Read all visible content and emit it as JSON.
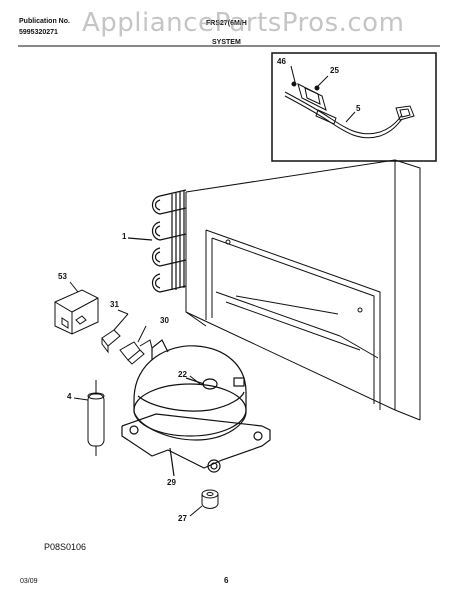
{
  "header": {
    "publication_label": "Publication No.",
    "publication_number": "5995320271",
    "model": "FRS27(6M/H",
    "section": "SYSTEM"
  },
  "watermark": "AppliancePartsPros.com",
  "callouts": {
    "inset_46": "46",
    "inset_25": "25",
    "inset_5": "5",
    "p1": "1",
    "p53": "53",
    "p31": "31",
    "p30": "30",
    "p22": "22",
    "p4": "4",
    "p29": "29",
    "p27": "27"
  },
  "footer": {
    "figure_code": "P08S0106",
    "date": "03/09",
    "page": "6"
  },
  "colors": {
    "ink": "#111111",
    "watermark": "#969696"
  }
}
